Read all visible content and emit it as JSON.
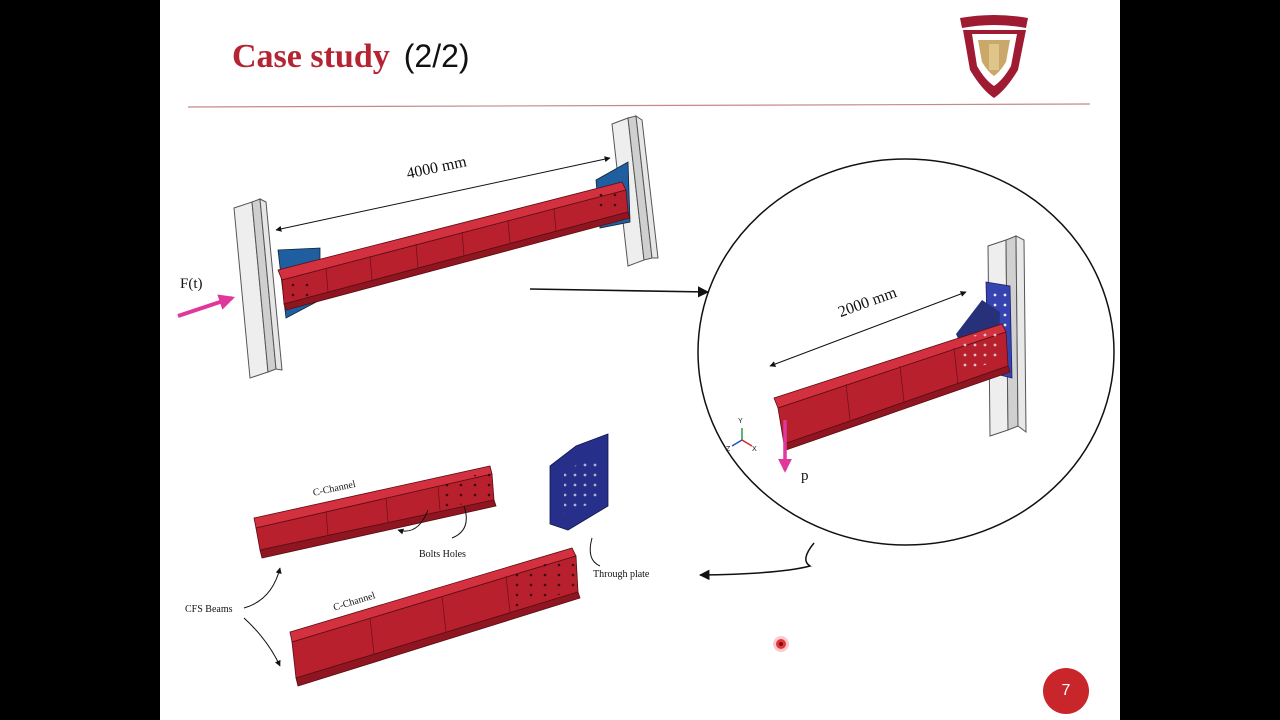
{
  "slide": {
    "title": "Case study",
    "title_suffix": "(2/2)",
    "page_number": "7"
  },
  "figure": {
    "span_full": "4000 mm",
    "span_cantilever": "2000 mm",
    "force_label": "F(t)",
    "load_label": "p",
    "c_channel_top": "C-Channel",
    "c_channel_bottom": "C-Channel",
    "bolts_holes": "Bolts Holes",
    "cfs_beams": "CFS Beams",
    "through_plate": "Through plate",
    "axis_y": "Y",
    "axis_x": "X",
    "axis_z": "Z"
  },
  "colors": {
    "title": "#b52433",
    "beam_red": "#b8202d",
    "plate_blue": "#1f3a8a",
    "force_magenta": "#e0379d",
    "column_grey": "#e6e6e6",
    "rule": "#c48a8a"
  }
}
